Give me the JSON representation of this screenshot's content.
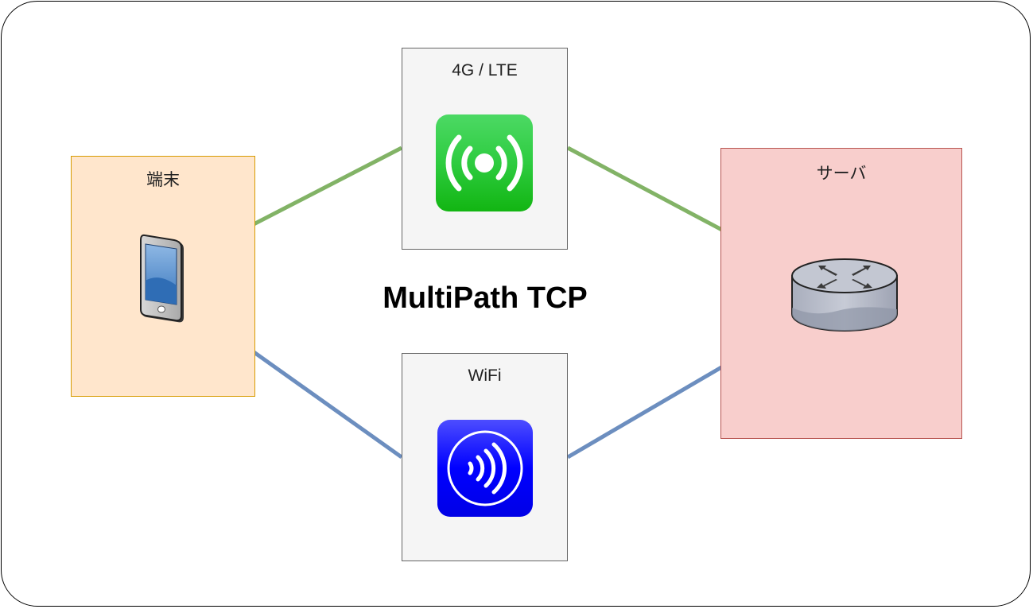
{
  "title": "MultiPath TCP",
  "nodes": {
    "device": {
      "label": "端末",
      "icon": "smartphone-icon"
    },
    "lte": {
      "label": "4G / LTE",
      "icon": "antenna-icon"
    },
    "wifi": {
      "label": "WiFi",
      "icon": "wireless-icon"
    },
    "server": {
      "label": "サーバ",
      "icon": "router-icon"
    }
  },
  "links": [
    {
      "from": "device",
      "to": "lte",
      "color": "#82b366"
    },
    {
      "from": "lte",
      "to": "server",
      "color": "#82b366"
    },
    {
      "from": "device",
      "to": "wifi",
      "color": "#6c8ebf"
    },
    {
      "from": "wifi",
      "to": "server",
      "color": "#6c8ebf"
    }
  ],
  "colors": {
    "device_fill": "#ffe6cc",
    "device_stroke": "#d79b00",
    "server_fill": "#f8cecc",
    "server_stroke": "#b85450",
    "network_fill": "#f5f5f5",
    "network_stroke": "#666666",
    "lte_path": "#82b366",
    "wifi_path": "#6c8ebf",
    "lte_icon": "#2ecc40",
    "wifi_icon": "#0000ff"
  }
}
